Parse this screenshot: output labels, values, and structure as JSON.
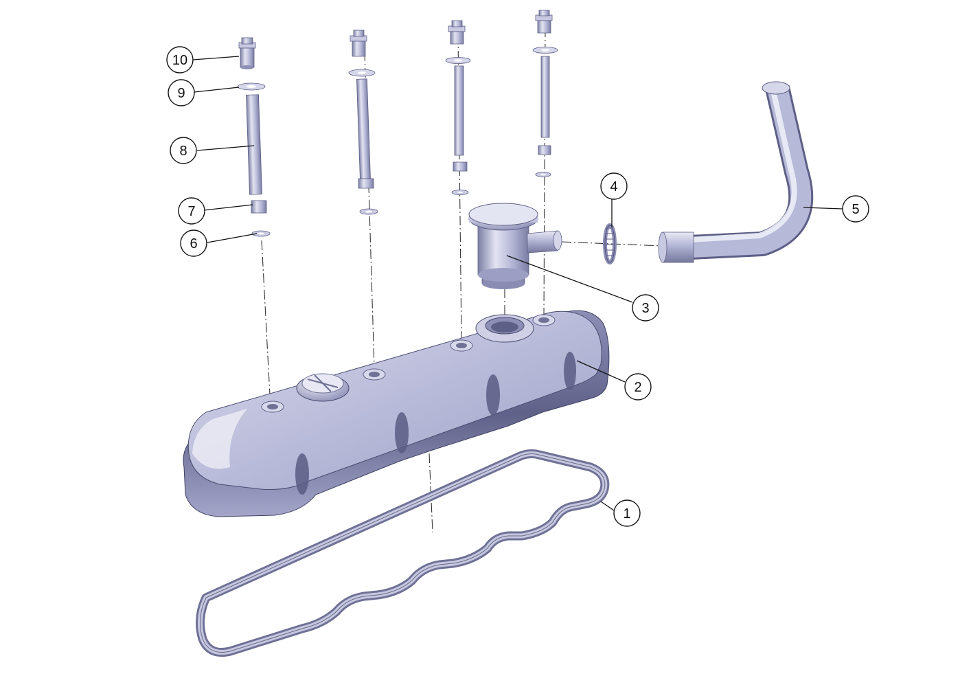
{
  "callouts": [
    {
      "id": "1",
      "label": "1"
    },
    {
      "id": "2",
      "label": "2"
    },
    {
      "id": "3",
      "label": "3"
    },
    {
      "id": "4",
      "label": "4"
    },
    {
      "id": "5",
      "label": "5"
    },
    {
      "id": "6",
      "label": "6"
    },
    {
      "id": "7",
      "label": "7"
    },
    {
      "id": "8",
      "label": "8"
    },
    {
      "id": "9",
      "label": "9"
    },
    {
      "id": "10",
      "label": "10"
    }
  ],
  "colors": {
    "part_base": "#a9abcf",
    "part_light": "#e6e7f3",
    "part_dark": "#6f7196",
    "line": "#111111",
    "background": "#ffffff"
  }
}
